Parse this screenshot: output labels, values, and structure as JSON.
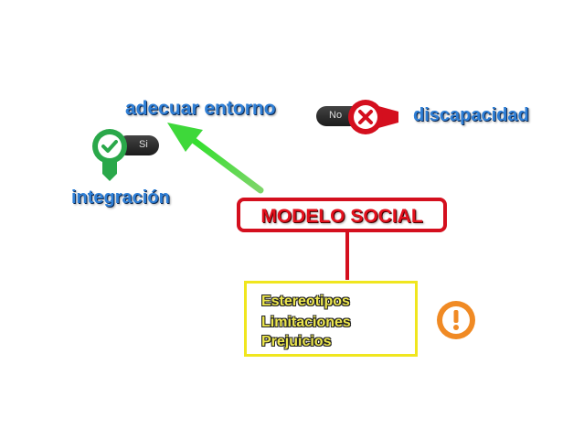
{
  "labels": {
    "adecuar": "adecuar entorno",
    "discapacidad": "discapacidad",
    "integracion": "integración"
  },
  "toggles": {
    "no_label": "No",
    "si_label": "Si"
  },
  "central_node": "MODELO SOCIAL",
  "list_items": [
    "Estereotipos",
    "Limitaciones",
    "Prejuicios"
  ],
  "icons": {
    "no_badge": "close-icon",
    "si_badge": "checkmark-icon",
    "warning": "warning-icon",
    "arrow": "arrow-icon"
  },
  "colors": {
    "label_blue": "#2f7fd6",
    "node_red": "#d40f1e",
    "arrow_green": "#4fd14a",
    "list_border": "#f0e61e",
    "list_text": "#ece64d",
    "warning_orange": "#f08a24",
    "check_green": "#2aa84a"
  }
}
